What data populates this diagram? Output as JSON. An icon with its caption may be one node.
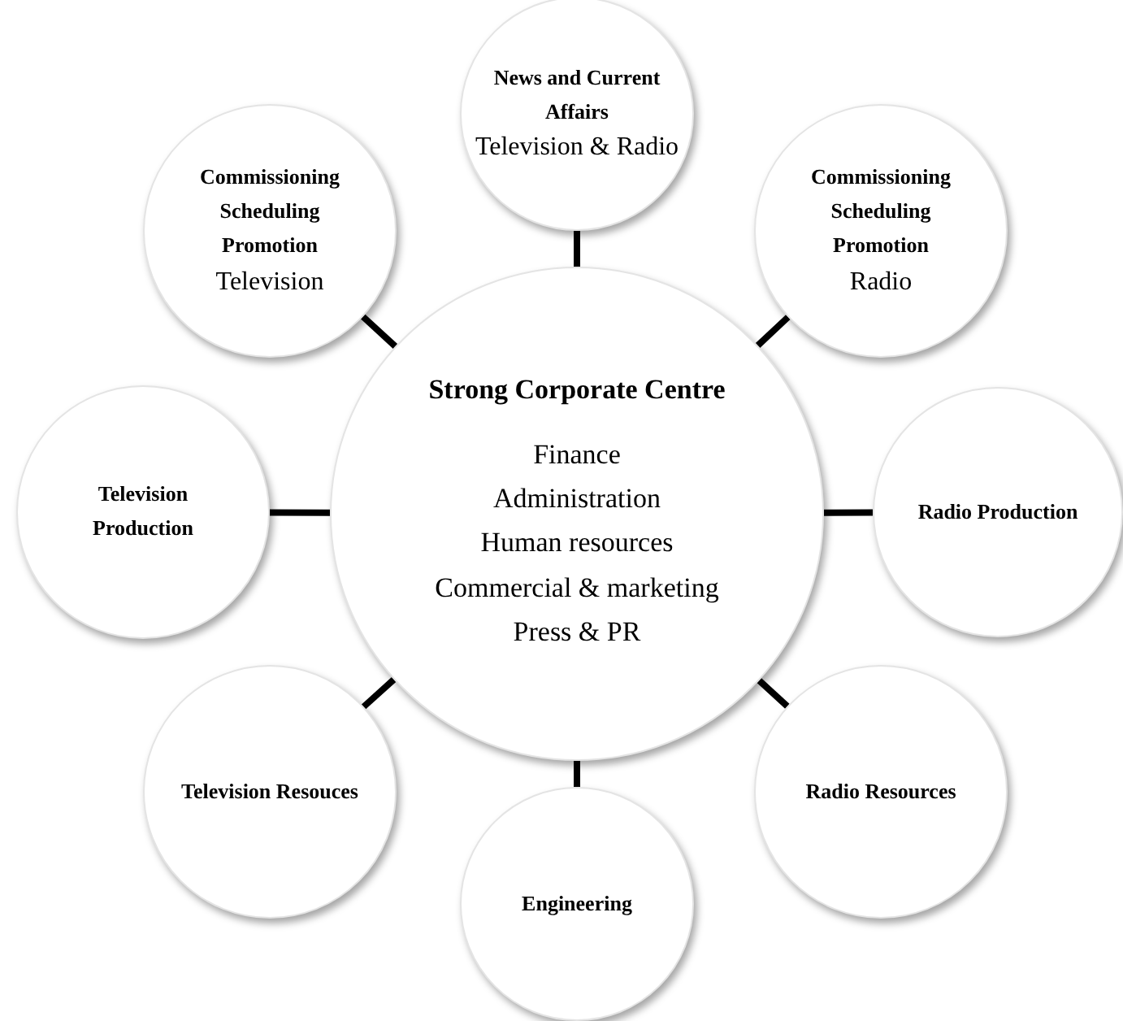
{
  "diagram": {
    "nodes": [
      {
        "text": [
          "News and Current Affairs",
          "Television & Radio"
        ]
      },
      {
        "text": [
          "Commissioning Scheduling Promotion",
          "Television"
        ]
      },
      {
        "text": [
          "Commissioning Scheduling Promotion",
          "Radio"
        ]
      },
      {
        "text": [
          "Strong Corporate Centre",
          "Finance",
          "Administration",
          "Human resources",
          "Commercial & marketing",
          "Press & PR"
        ]
      },
      {
        "text": [
          "Television Production"
        ]
      },
      {
        "text": [
          "Radio Production"
        ]
      },
      {
        "text": [
          "Television Resouces"
        ]
      },
      {
        "text": [
          "Radio Resources"
        ]
      },
      {
        "text": [
          "Engineering"
        ]
      }
    ],
    "edges": [
      {
        "from": 3,
        "to": 0,
        "arrow": "none"
      },
      {
        "from": 3,
        "to": 1,
        "arrow": "none"
      },
      {
        "from": 3,
        "to": 2,
        "arrow": "none"
      },
      {
        "from": 3,
        "to": 4,
        "arrow": "none"
      },
      {
        "from": 3,
        "to": 5,
        "arrow": "none"
      },
      {
        "from": 3,
        "to": 6,
        "arrow": "none"
      },
      {
        "from": 3,
        "to": 7,
        "arrow": "none"
      },
      {
        "from": 3,
        "to": 8,
        "arrow": "none"
      }
    ]
  }
}
